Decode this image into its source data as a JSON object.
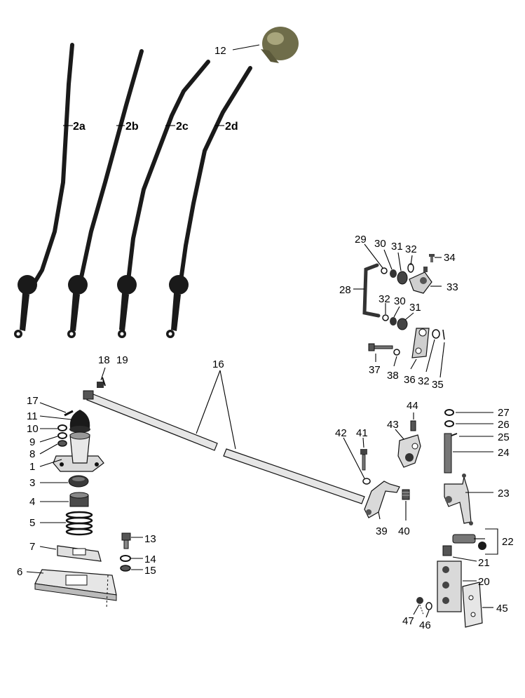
{
  "colors": {
    "background": "#ffffff",
    "ink": "#000000",
    "lever": "#1a1a1a",
    "knob": "#6f6d4a"
  },
  "labels": {
    "l2a": "2a",
    "l2b": "2b",
    "l2c": "2c",
    "l2d": "2d",
    "l1": "1",
    "l3": "3",
    "l4": "4",
    "l5": "5",
    "l6": "6",
    "l7": "7",
    "l8": "8",
    "l9": "9",
    "l10": "10",
    "l11": "11",
    "l12": "12",
    "l13": "13",
    "l14": "14",
    "l15": "15",
    "l16": "16",
    "l17": "17",
    "l18": "18",
    "l19": "19",
    "l20": "20",
    "l21": "21",
    "l22": "22",
    "l23": "23",
    "l24": "24",
    "l25": "25",
    "l26": "26",
    "l27": "27",
    "l28": "28",
    "l29": "29",
    "l30a": "30",
    "l30b": "30",
    "l31a": "31",
    "l31b": "31",
    "l32a": "32",
    "l32b": "32",
    "l32c": "32",
    "l33": "33",
    "l34": "34",
    "l35": "35",
    "l36": "36",
    "l37": "37",
    "l38": "38",
    "l39": "39",
    "l40": "40",
    "l41": "41",
    "l42": "42",
    "l43": "43",
    "l44": "44",
    "l45": "45",
    "l46": "46",
    "l47": "47"
  }
}
